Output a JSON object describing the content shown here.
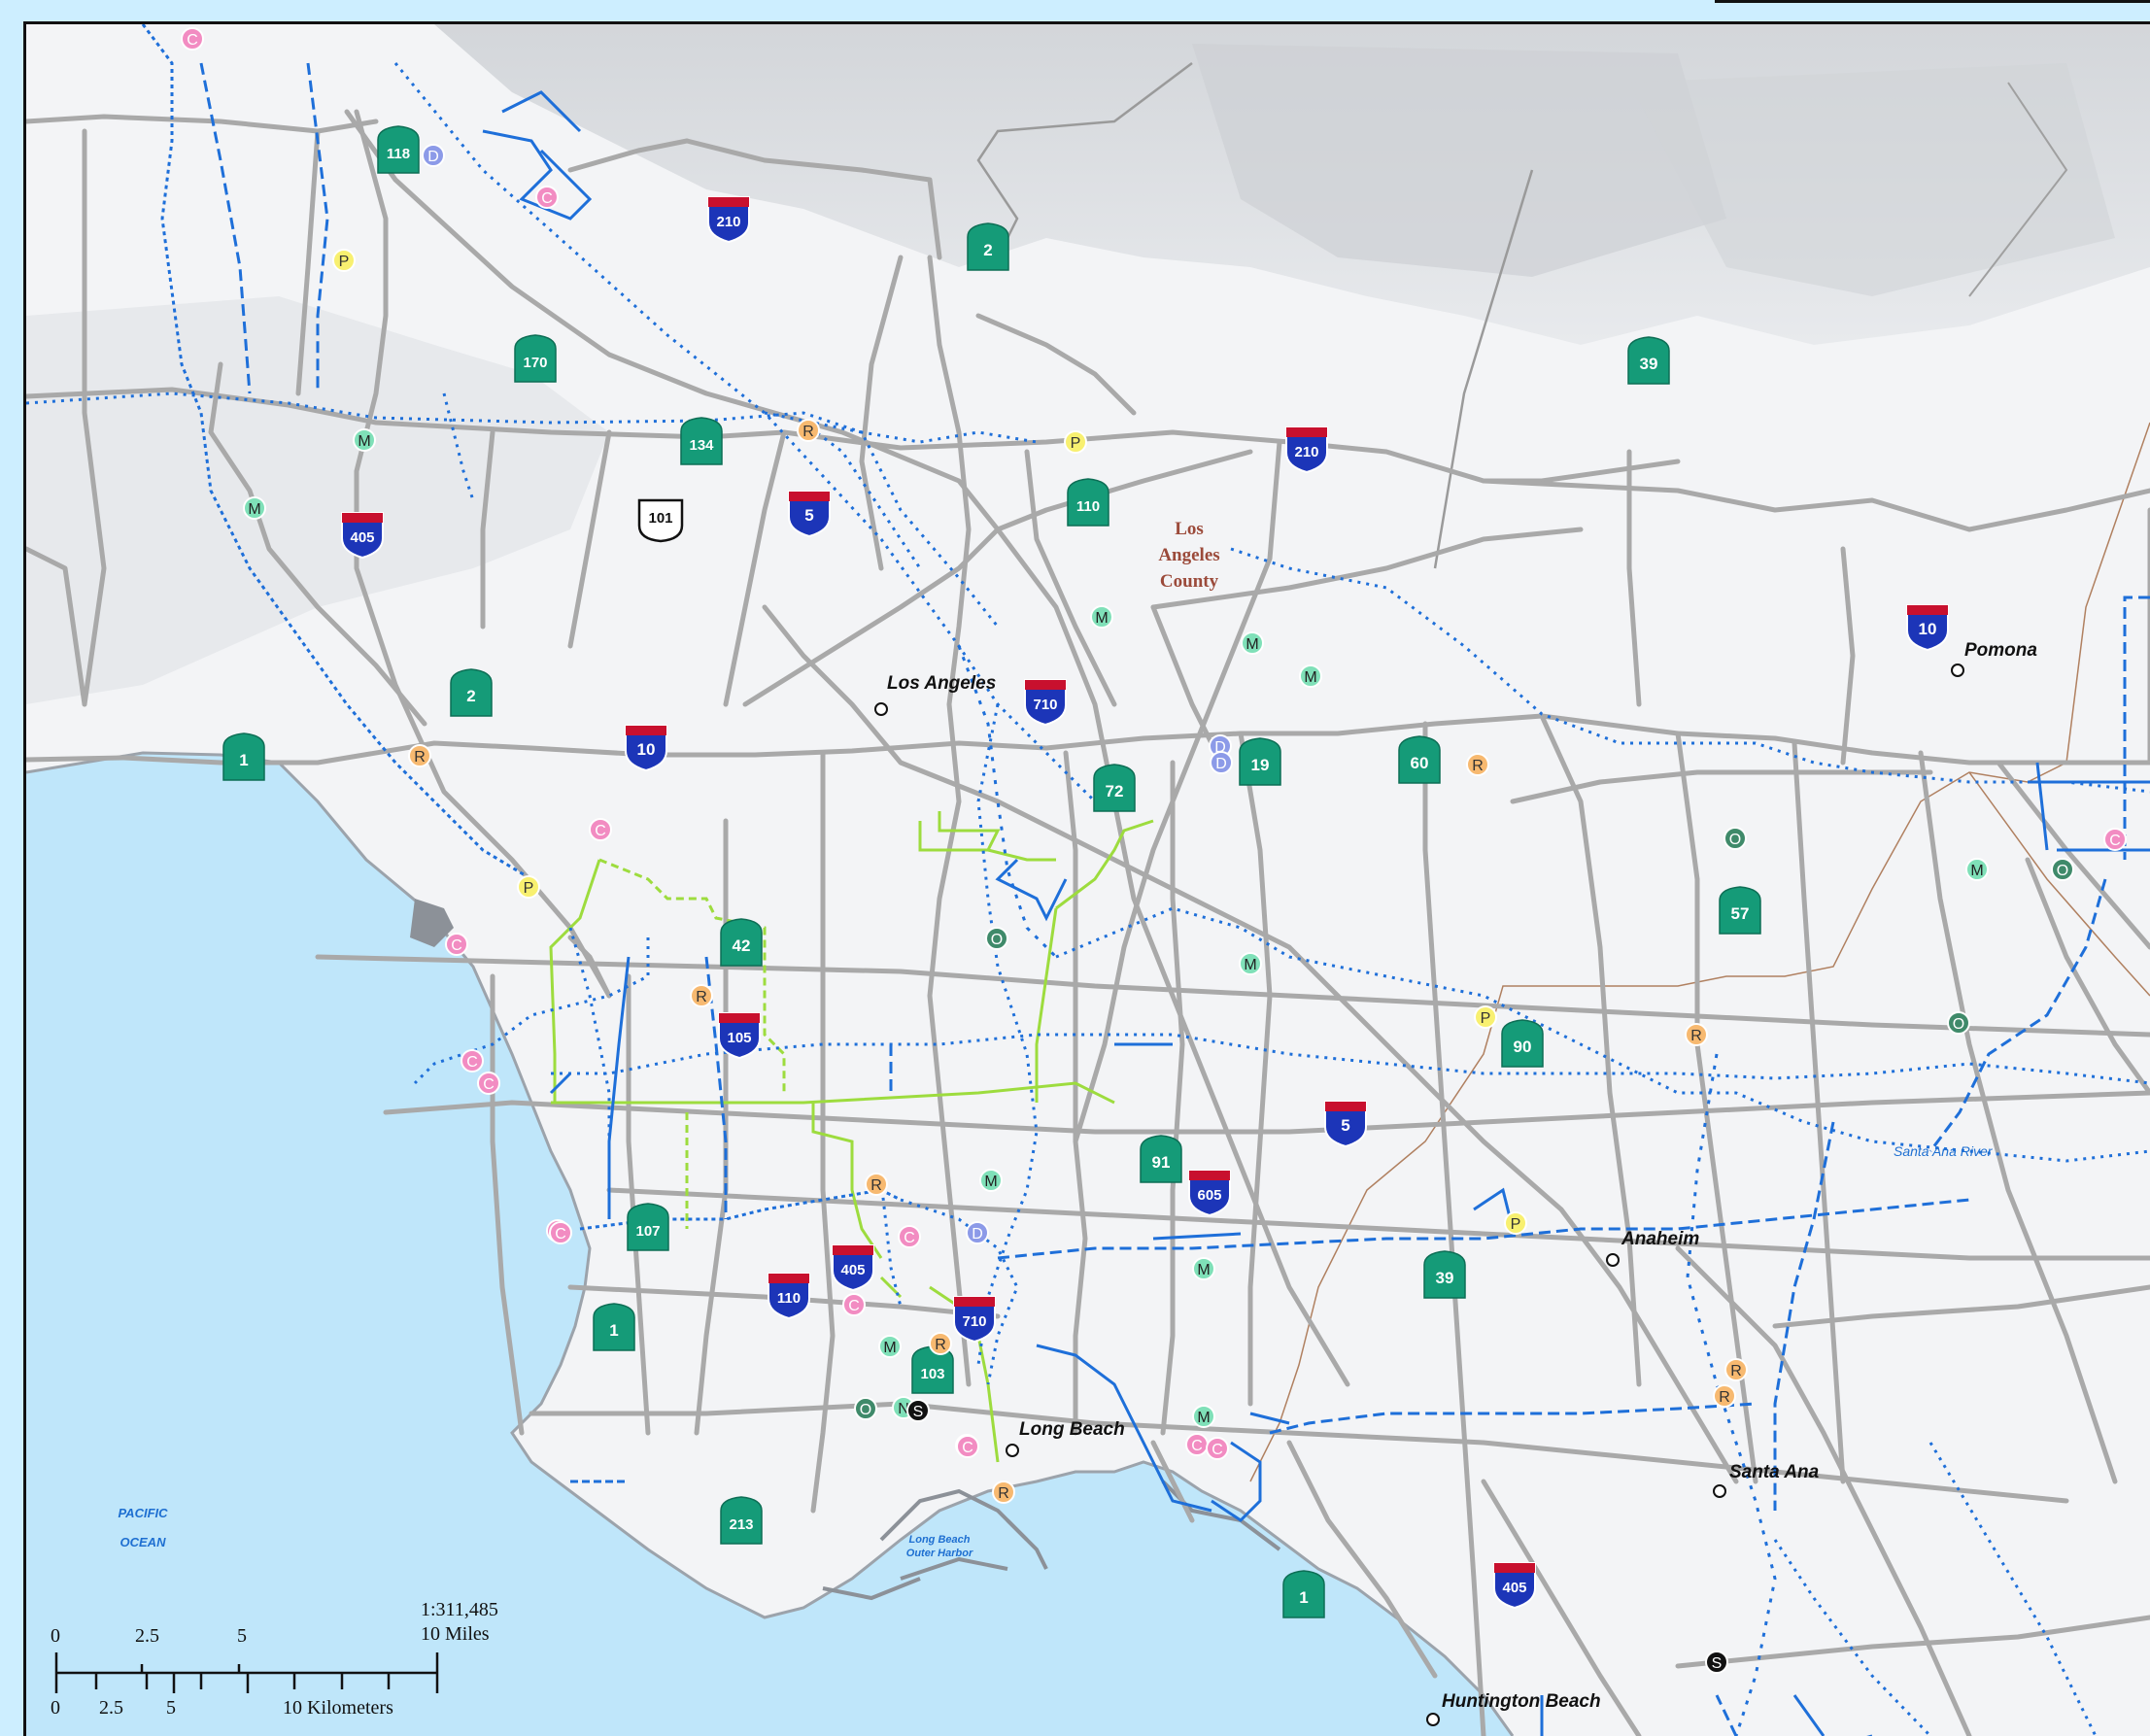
{
  "places": [
    {
      "label": "Los Angeles"
    },
    {
      "label": "Pomona"
    },
    {
      "label": "Anaheim"
    },
    {
      "label": "Long Beach"
    },
    {
      "label": "Santa Ana"
    },
    {
      "label": "Huntington Beach"
    }
  ],
  "county_label": [
    "Los",
    "Angeles",
    "County"
  ],
  "water_labels": {
    "ocean": [
      "PACIFIC",
      "OCEAN"
    ],
    "harbor": [
      "Long Beach",
      "Outer Harbor"
    ],
    "river": "Santa Ana River"
  },
  "scale": {
    "ratio": "1:311,485",
    "miles_ticks": [
      "0",
      "2.5",
      "5",
      "10 Miles"
    ],
    "km_ticks": [
      "0",
      "2.5",
      "5",
      "10 Kilometers"
    ]
  },
  "route_shields": [
    {
      "type": "state",
      "num": "118"
    },
    {
      "type": "state",
      "num": "2"
    },
    {
      "type": "state",
      "num": "170"
    },
    {
      "type": "state",
      "num": "39"
    },
    {
      "type": "state",
      "num": "134"
    },
    {
      "type": "state",
      "num": "110"
    },
    {
      "type": "state",
      "num": "2"
    },
    {
      "type": "state",
      "num": "1"
    },
    {
      "type": "state",
      "num": "19"
    },
    {
      "type": "state",
      "num": "60"
    },
    {
      "type": "state",
      "num": "72"
    },
    {
      "type": "state",
      "num": "42"
    },
    {
      "type": "state",
      "num": "57"
    },
    {
      "type": "state",
      "num": "90"
    },
    {
      "type": "state",
      "num": "91"
    },
    {
      "type": "state",
      "num": "107"
    },
    {
      "type": "state",
      "num": "39"
    },
    {
      "type": "state",
      "num": "1"
    },
    {
      "type": "state",
      "num": "103"
    },
    {
      "type": "state",
      "num": "213"
    },
    {
      "type": "state",
      "num": "1"
    },
    {
      "type": "interstate",
      "num": "210"
    },
    {
      "type": "interstate",
      "num": "210"
    },
    {
      "type": "interstate",
      "num": "405"
    },
    {
      "type": "interstate",
      "num": "5"
    },
    {
      "type": "interstate",
      "num": "10"
    },
    {
      "type": "interstate",
      "num": "10"
    },
    {
      "type": "interstate",
      "num": "710"
    },
    {
      "type": "interstate",
      "num": "105"
    },
    {
      "type": "interstate",
      "num": "5"
    },
    {
      "type": "interstate",
      "num": "605"
    },
    {
      "type": "interstate",
      "num": "110"
    },
    {
      "type": "interstate",
      "num": "405"
    },
    {
      "type": "interstate",
      "num": "710"
    },
    {
      "type": "interstate",
      "num": "405"
    },
    {
      "type": "us",
      "num": "101"
    }
  ],
  "markers": [
    {
      "l": "C",
      "k": "pink"
    },
    {
      "l": "D",
      "k": "lav"
    },
    {
      "l": "C",
      "k": "pink"
    },
    {
      "l": "P",
      "k": "yel"
    },
    {
      "l": "M",
      "k": "mint"
    },
    {
      "l": "M",
      "k": "mint"
    },
    {
      "l": "R",
      "k": "orng"
    },
    {
      "l": "P",
      "k": "yel"
    },
    {
      "l": "M",
      "k": "mint"
    },
    {
      "l": "M",
      "k": "mint"
    },
    {
      "l": "M",
      "k": "mint"
    },
    {
      "l": "D",
      "k": "lav"
    },
    {
      "l": "D",
      "k": "lav"
    },
    {
      "l": "R",
      "k": "orng"
    },
    {
      "l": "R",
      "k": "orng"
    },
    {
      "l": "C",
      "k": "pink"
    },
    {
      "l": "P",
      "k": "yel"
    },
    {
      "l": "C",
      "k": "pink"
    },
    {
      "l": "O",
      "k": "dkg"
    },
    {
      "l": "M",
      "k": "mint"
    },
    {
      "l": "R",
      "k": "orng"
    },
    {
      "l": "O",
      "k": "dkg"
    },
    {
      "l": "M",
      "k": "mint"
    },
    {
      "l": "O",
      "k": "dkg"
    },
    {
      "l": "C",
      "k": "pink"
    },
    {
      "l": "C",
      "k": "pink"
    },
    {
      "l": "C",
      "k": "pink"
    },
    {
      "l": "P",
      "k": "yel"
    },
    {
      "l": "R",
      "k": "orng"
    },
    {
      "l": "O",
      "k": "dkg"
    },
    {
      "l": "C",
      "k": "pink"
    },
    {
      "l": "C",
      "k": "pink"
    },
    {
      "l": "R",
      "k": "orng"
    },
    {
      "l": "M",
      "k": "mint"
    },
    {
      "l": "D",
      "k": "lav"
    },
    {
      "l": "C",
      "k": "pink"
    },
    {
      "l": "P",
      "k": "yel"
    },
    {
      "l": "C",
      "k": "pink"
    },
    {
      "l": "M",
      "k": "mint"
    },
    {
      "l": "R",
      "k": "orng"
    },
    {
      "l": "M",
      "k": "mint"
    },
    {
      "l": "R",
      "k": "orng"
    },
    {
      "l": "O",
      "k": "dkg"
    },
    {
      "l": "N",
      "k": "mint"
    },
    {
      "l": "S",
      "k": "blk"
    },
    {
      "l": "C",
      "k": "pink"
    },
    {
      "l": "C",
      "k": "pink"
    },
    {
      "l": "R",
      "k": "orng"
    },
    {
      "l": "M",
      "k": "mint"
    },
    {
      "l": "C",
      "k": "pink"
    },
    {
      "l": "C",
      "k": "pink"
    },
    {
      "l": "R",
      "k": "orng"
    },
    {
      "l": "S",
      "k": "blk"
    }
  ],
  "colors": {
    "land": "#f3f4f6",
    "ocean": "#bfe6fa",
    "road": "#a9a9a9",
    "transit_blue": "#1e6fd9",
    "bike_green": "#9ddc3e",
    "shield_green": "#159b78",
    "interstate_blue": "#1c35b8",
    "interstate_red": "#c8102e",
    "county_border": "#b08060",
    "m_pink": "#f28cc2",
    "m_lav": "#8c9ae8",
    "m_yel": "#f8f070",
    "m_mint": "#7fe0b8",
    "m_orng": "#f7b970",
    "m_dkg": "#3f8a6a",
    "m_blk": "#111111"
  }
}
